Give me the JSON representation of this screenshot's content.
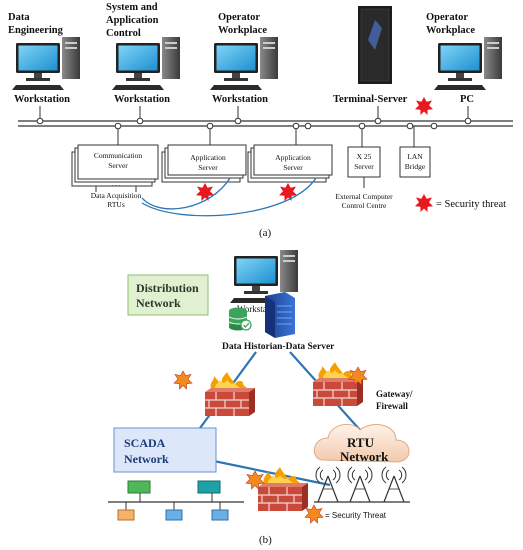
{
  "part_a": {
    "caption": "(a)",
    "workstations": [
      {
        "title_line1": "Data",
        "title_line2": "Engineering",
        "label": "Workstation"
      },
      {
        "title_line1": "System and",
        "title_line2": "Application",
        "title_line3": "Control",
        "label": "Workstation"
      },
      {
        "title_line1": "Operator",
        "title_line2": "Workplace",
        "label": "Workstation"
      },
      {
        "label": "Terminal-Server"
      },
      {
        "title_line1": "Operator",
        "title_line2": "Workplace",
        "label": "PC"
      }
    ],
    "boxes": {
      "comm_server_line1": "Communication",
      "comm_server_line2": "Server",
      "comm_dots": ". . .",
      "app_server1_line1": "Application",
      "app_server1_line2": "Server",
      "app_server2_line1": "Application",
      "app_server2_line2": "Server",
      "x25_line1": "X 25",
      "x25_line2": "Server",
      "lan_line1": "LAN",
      "lan_line2": "Bridge"
    },
    "notes": {
      "data_acq_line1": "Data Acquisition",
      "data_acq_line2": "RTUs",
      "ext_line1": "External Computer",
      "ext_line2": "Control Centre",
      "legend": "= Security threat"
    }
  },
  "part_b": {
    "caption": "(b)",
    "workstation_label": "Workstation",
    "distribution_line1": "Distribution",
    "distribution_line2": "Network",
    "historian_label": "Data Historian-Data Server",
    "gateway_line1": "Gateway/",
    "gateway_line2": "Firewall",
    "scada_line1": "SCADA",
    "scada_line2": "Network",
    "rtu_line1": "RTU",
    "rtu_line2": "Network",
    "legend": "= Security Threat"
  },
  "colors": {
    "threat_red": "#e8191e",
    "threat_orange": "#f28a1e",
    "network_blue": "#2e75b6",
    "firewall_red": "#c0392b",
    "distribution_green": "#e2f0d2",
    "scada_blue": "#dce8fa"
  }
}
